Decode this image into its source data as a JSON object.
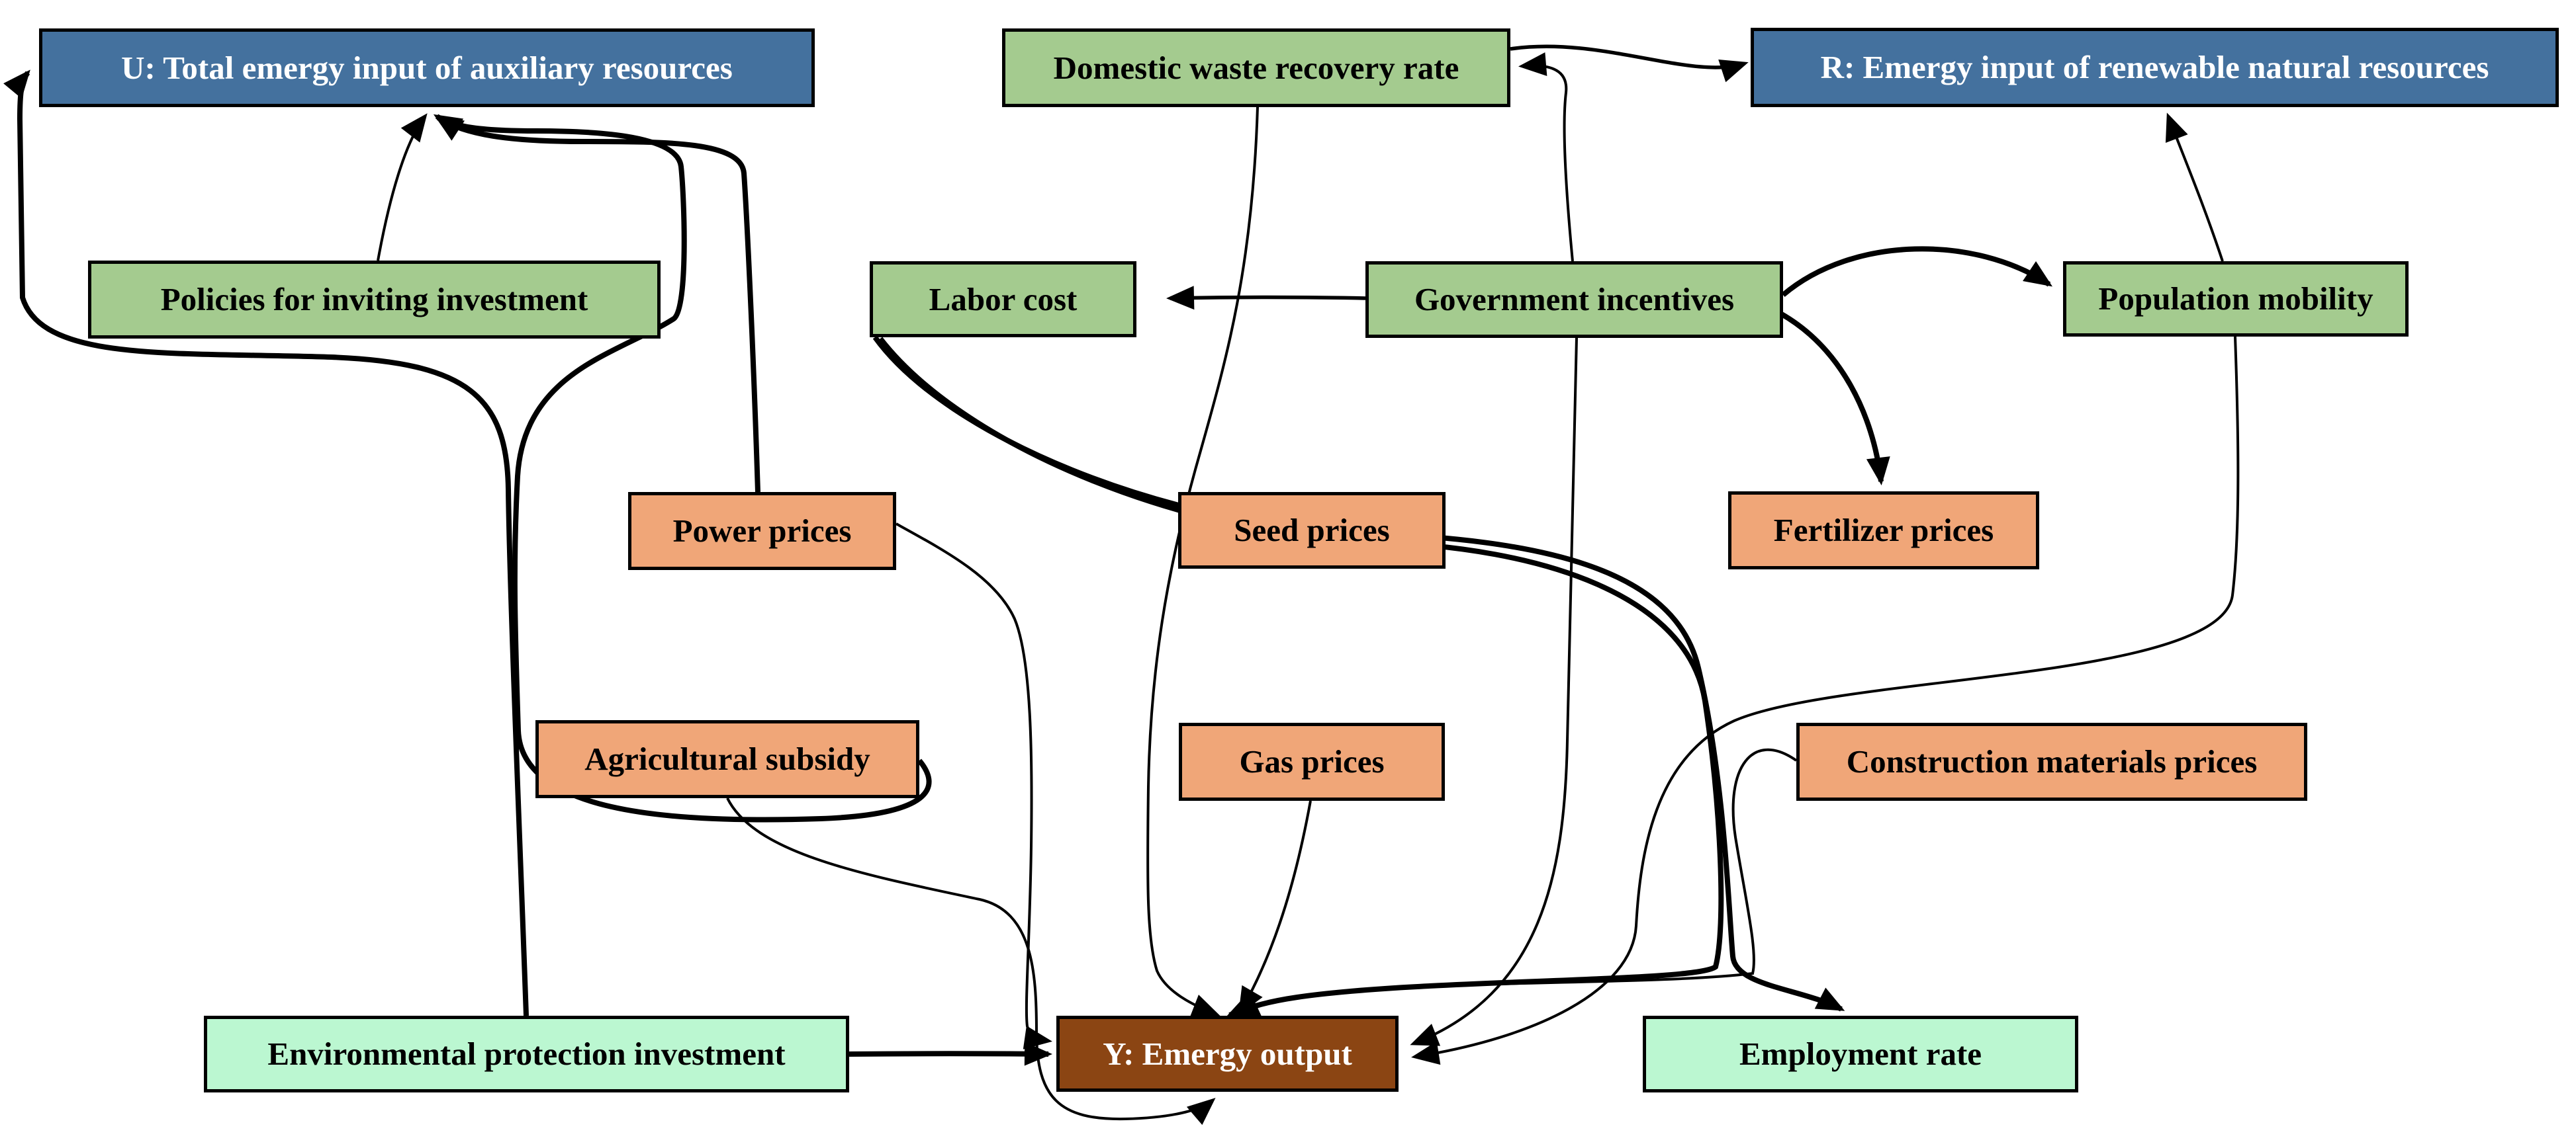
{
  "diagram": {
    "description": "Causal influence diagram linking policy and price factors to emergy indices",
    "colors": {
      "index_box_blue": "#44719E",
      "factor_box_green": "#A4CB8F",
      "price_box_orange": "#F0A678",
      "outcome_box_mint": "#BBF7D1",
      "output_box_brown": "#8B4513",
      "border_and_arrows": "#000000",
      "background": "#FFFFFF"
    }
  },
  "nodes": {
    "u": {
      "label": "U: Total emergy input of auxiliary resources",
      "type": "index"
    },
    "dwr": {
      "label": "Domestic waste recovery rate",
      "type": "factor"
    },
    "r": {
      "label": "R: Emergy input of renewable natural resources",
      "type": "index"
    },
    "policies": {
      "label": "Policies for inviting investment",
      "type": "factor"
    },
    "labor": {
      "label": "Labor cost",
      "type": "factor"
    },
    "gov": {
      "label": "Government incentives",
      "type": "factor"
    },
    "pop": {
      "label": "Population mobility",
      "type": "factor"
    },
    "power": {
      "label": "Power prices",
      "type": "price"
    },
    "seed": {
      "label": "Seed prices",
      "type": "price"
    },
    "fert": {
      "label": "Fertilizer prices",
      "type": "price"
    },
    "ag": {
      "label": "Agricultural subsidy",
      "type": "price"
    },
    "gas": {
      "label": "Gas prices",
      "type": "price"
    },
    "constr": {
      "label": "Construction materials prices",
      "type": "price"
    },
    "env": {
      "label": "Environmental protection investment",
      "type": "outcome"
    },
    "y": {
      "label": "Y: Emergy output",
      "type": "output"
    },
    "empl": {
      "label": "Employment rate",
      "type": "outcome"
    }
  },
  "edges": [
    {
      "from": "policies",
      "to": "u"
    },
    {
      "from": "env",
      "to": "u"
    },
    {
      "from": "power",
      "to": "u"
    },
    {
      "from": "ag",
      "to": "u"
    },
    {
      "from": "gov",
      "to": "labor"
    },
    {
      "from": "gov",
      "to": "pop"
    },
    {
      "from": "gov",
      "to": "fert"
    },
    {
      "from": "gov",
      "to": "dwr"
    },
    {
      "from": "dwr",
      "to": "r"
    },
    {
      "from": "pop",
      "to": "r"
    },
    {
      "from": "dwr",
      "to": "y"
    },
    {
      "from": "gov",
      "to": "y"
    },
    {
      "from": "pop",
      "to": "y"
    },
    {
      "from": "labor",
      "to": "empl"
    },
    {
      "from": "labor",
      "to": "y"
    },
    {
      "from": "gas",
      "to": "y"
    },
    {
      "from": "power",
      "to": "y"
    },
    {
      "from": "ag",
      "to": "y"
    },
    {
      "from": "env",
      "to": "y"
    },
    {
      "from": "constr",
      "to": "y"
    }
  ]
}
